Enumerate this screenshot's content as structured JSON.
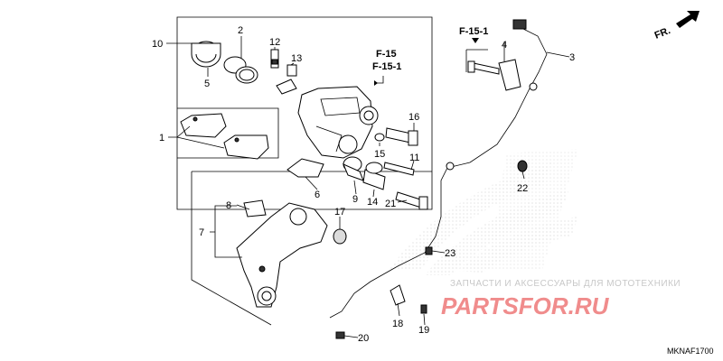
{
  "diagram_code": "MKNAF1700",
  "direction_label": "FR.",
  "ref_labels": [
    "F-15",
    "F-15-1",
    "F-15-1"
  ],
  "callouts": [
    "10",
    "2",
    "5",
    "12",
    "13",
    "1",
    "15",
    "16",
    "11",
    "6",
    "9",
    "14",
    "21",
    "8",
    "7",
    "17",
    "3",
    "4",
    "22",
    "23",
    "18",
    "19",
    "20"
  ],
  "watermark": {
    "tagline": "ЗАПЧАСТИ И АКСЕССУАРЫ ДЛЯ МОТОТЕХНИКИ",
    "logo": "PARTSFOR.RU"
  }
}
